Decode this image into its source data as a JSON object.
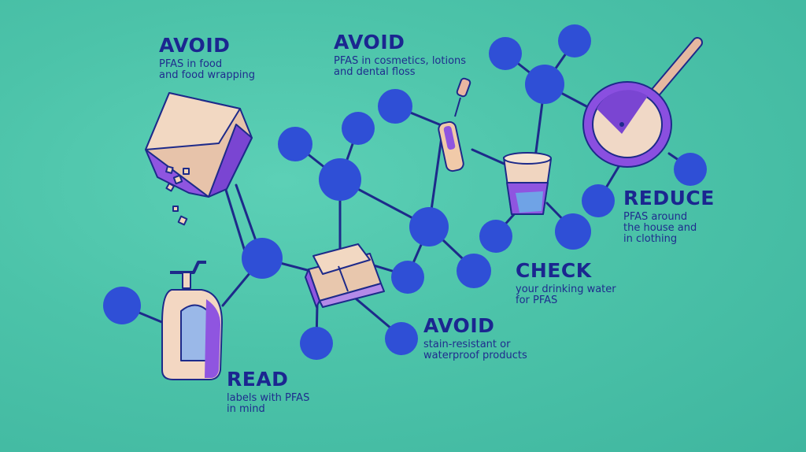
{
  "colors": {
    "background": "#4cc3a9",
    "node": "#2f4fd6",
    "edge": "#1d2a8a",
    "accent_purple": "#8a4fe0",
    "accent_cream": "#f4d6b8"
  },
  "tips": [
    {
      "heading": "AVOID",
      "text": [
        "PFAS in food",
        "and food wrapping"
      ]
    },
    {
      "heading": "AVOID",
      "text": [
        "PFAS in cosmetics, lotions",
        "and dental floss"
      ]
    },
    {
      "heading": "REDUCE",
      "text": [
        "PFAS around",
        "the house and",
        "in clothing"
      ]
    },
    {
      "heading": "CHECK",
      "text": [
        "your drinking water",
        "for PFAS"
      ]
    },
    {
      "heading": "AVOID",
      "text": [
        "stain-resistant or",
        "waterproof products"
      ]
    },
    {
      "heading": "READ",
      "text": [
        "labels with PFAS",
        "in mind"
      ]
    }
  ],
  "icons": [
    "food-bag-icon",
    "nail-polish-icon",
    "frying-pan-icon",
    "water-cup-icon",
    "sofa-icon",
    "lotion-bottle-icon"
  ]
}
